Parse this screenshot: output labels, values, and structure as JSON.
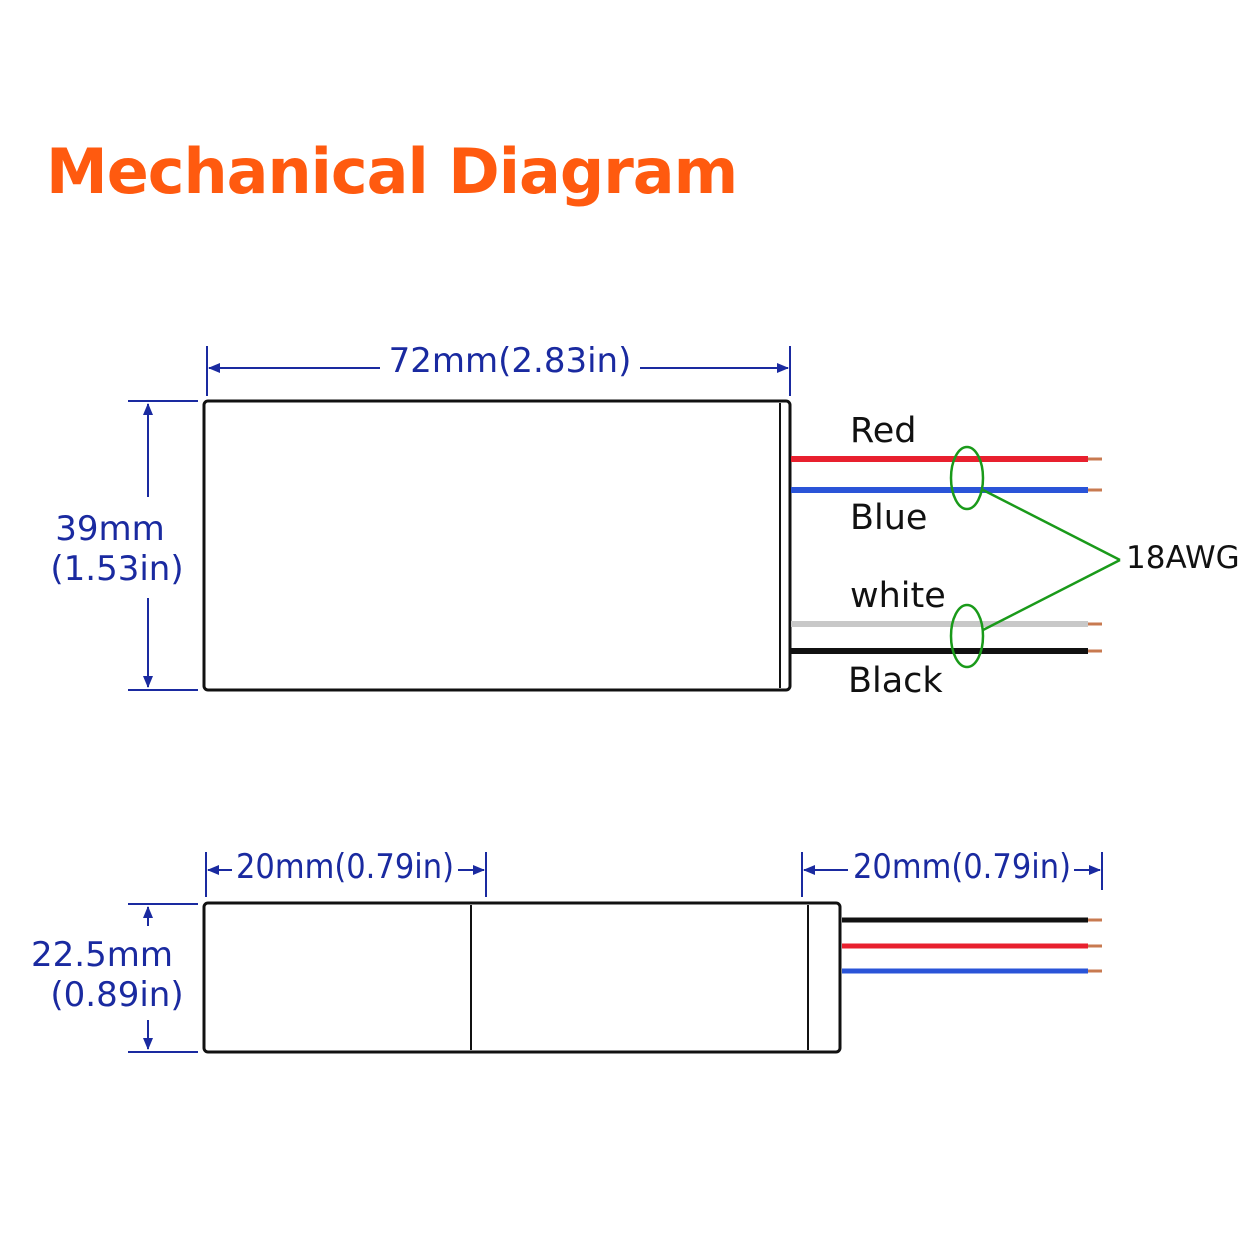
{
  "title": "Mechanical Diagram",
  "colors": {
    "title": "#ff5a0f",
    "dimension": "#1a2aa0",
    "outline": "#111111",
    "callout": "#1a9a1a",
    "wire_red": "#e8202e",
    "wire_blue": "#2a54d8",
    "wire_white": "#c8c8c8",
    "wire_black": "#111111",
    "wire_tip": "#c87a50"
  },
  "top_view": {
    "length_label": "72mm(2.83in)",
    "height_label_line1": "39mm",
    "height_label_line2": "(1.53in)",
    "wires": {
      "red": "Red",
      "blue": "Blue",
      "white": "white",
      "black": "Black"
    },
    "gauge_label": "18AWG"
  },
  "side_view": {
    "left_section_label": "20mm(0.79in)",
    "right_section_label": "20mm(0.79in)",
    "height_label_line1": "22.5mm",
    "height_label_line2": "(0.89in)"
  }
}
